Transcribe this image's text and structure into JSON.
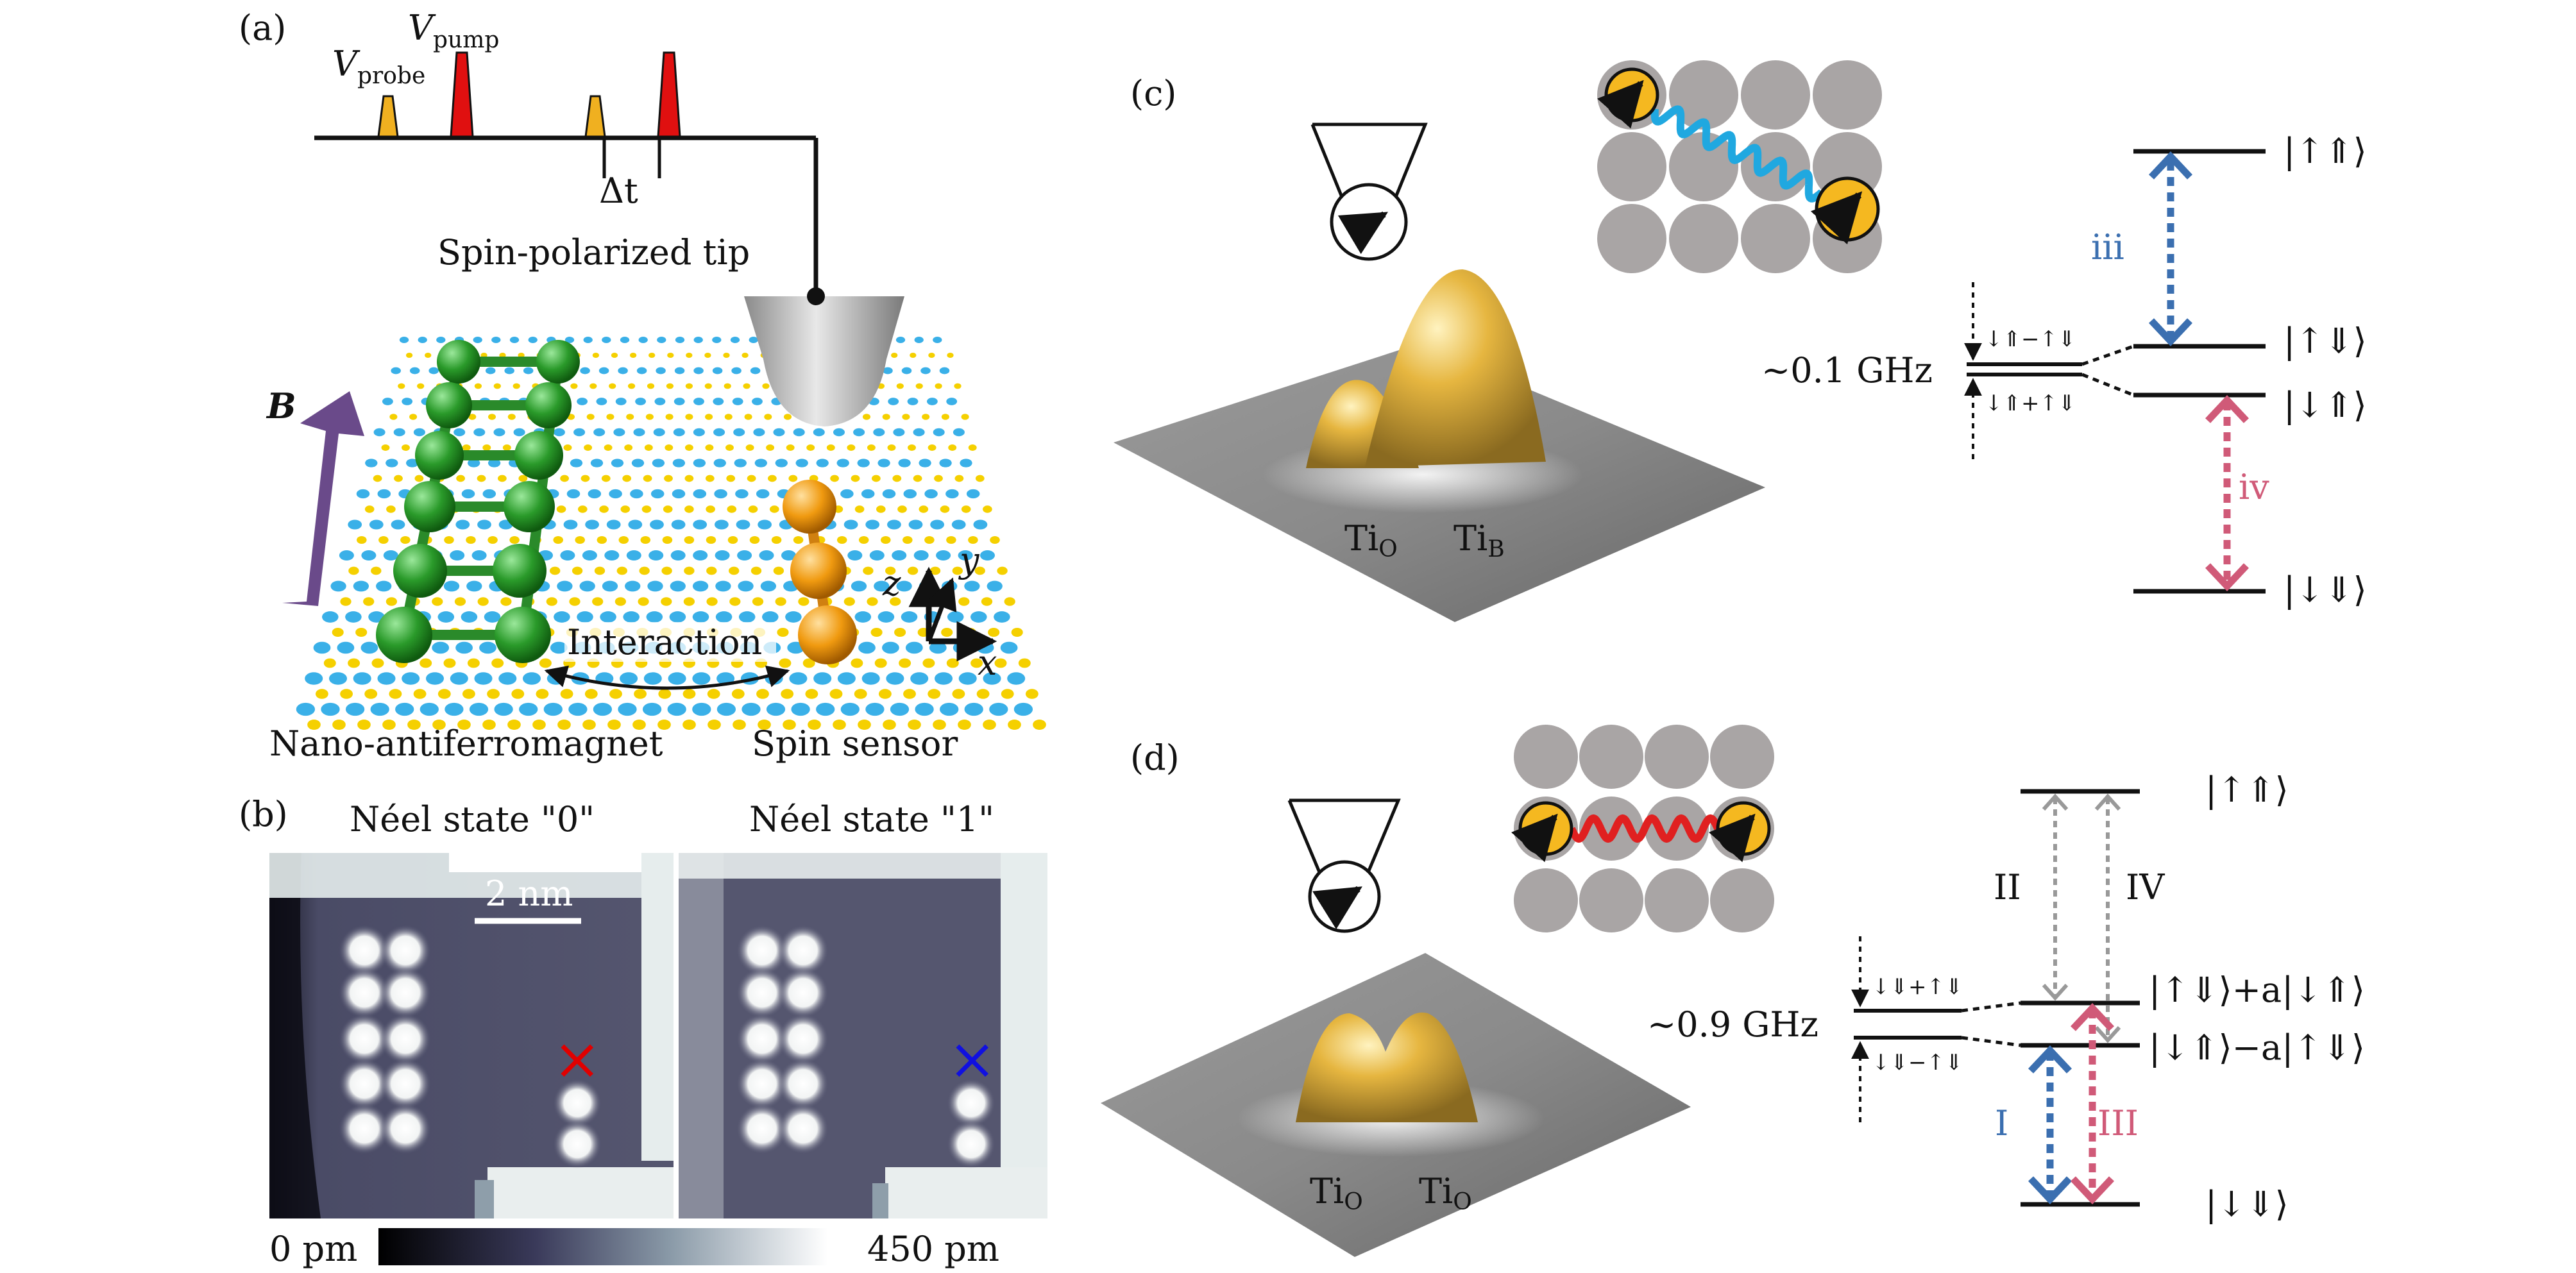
{
  "panels": {
    "a": {
      "label": "(a)",
      "v_probe": "V",
      "v_probe_sub": "probe",
      "v_pump": "V",
      "v_pump_sub": "pump",
      "delta_t": "Δt",
      "tip_label": "Spin-polarized tip",
      "field_label": "B",
      "interaction_label": "Interaction",
      "afm_label": "Nano-antiferromagnet",
      "sensor_label": "Spin sensor",
      "axis_x": "x",
      "axis_y": "y",
      "axis_z": "z"
    },
    "b": {
      "label": "(b)",
      "left_title": "Néel state \"0\"",
      "right_title": "Néel state \"1\"",
      "scale_bar": "2 nm",
      "colorbar_min": "0 pm",
      "colorbar_max": "450 pm",
      "marker": "×"
    },
    "c": {
      "label": "(c)",
      "peak_left": "Ti",
      "peak_left_sub": "O",
      "peak_right": "Ti",
      "peak_right_sub": "B",
      "splitting": "~0.1 GHz",
      "split_upper": "↓⇑−↑⇓",
      "split_lower": "↓⇑+↑⇓",
      "levels": [
        "|↑⇑⟩",
        "|↑⇓⟩",
        "|↓⇑⟩",
        "|↓⇓⟩"
      ],
      "transition_iii": "iii",
      "transition_iv": "iv"
    },
    "d": {
      "label": "(d)",
      "peak_left": "Ti",
      "peak_left_sub": "O",
      "peak_right": "Ti",
      "peak_right_sub": "O",
      "splitting": "~0.9 GHz",
      "split_upper": "↓⇓+↑⇓",
      "split_lower": "↓⇓−↑⇓",
      "levels": [
        "|↑⇑⟩",
        "|↑⇓⟩+a|↓⇑⟩",
        "|↓⇑⟩−a|↑⇓⟩",
        "|↓⇓⟩"
      ],
      "transition_I": "I",
      "transition_II": "II",
      "transition_III": "III",
      "transition_IV": "IV"
    }
  },
  "colors": {
    "pulse_probe": "#f0b020",
    "pulse_pump": "#e01010",
    "atom_green": "#2a9a2a",
    "atom_orange": "#f09a10",
    "arrow_field": "#6a4a8a",
    "lattice_blue": "#3ab0e8",
    "lattice_yellow": "#f5d000",
    "stm_dark": "#4e4f6b",
    "marker_red": "#e00000",
    "marker_blue": "#1010e0",
    "trans_blue": "#3b6fb0",
    "trans_pink": "#d05a78",
    "trans_gray": "#999999",
    "wave_cyan": "#20a8e0",
    "wave_red": "#e02020"
  }
}
